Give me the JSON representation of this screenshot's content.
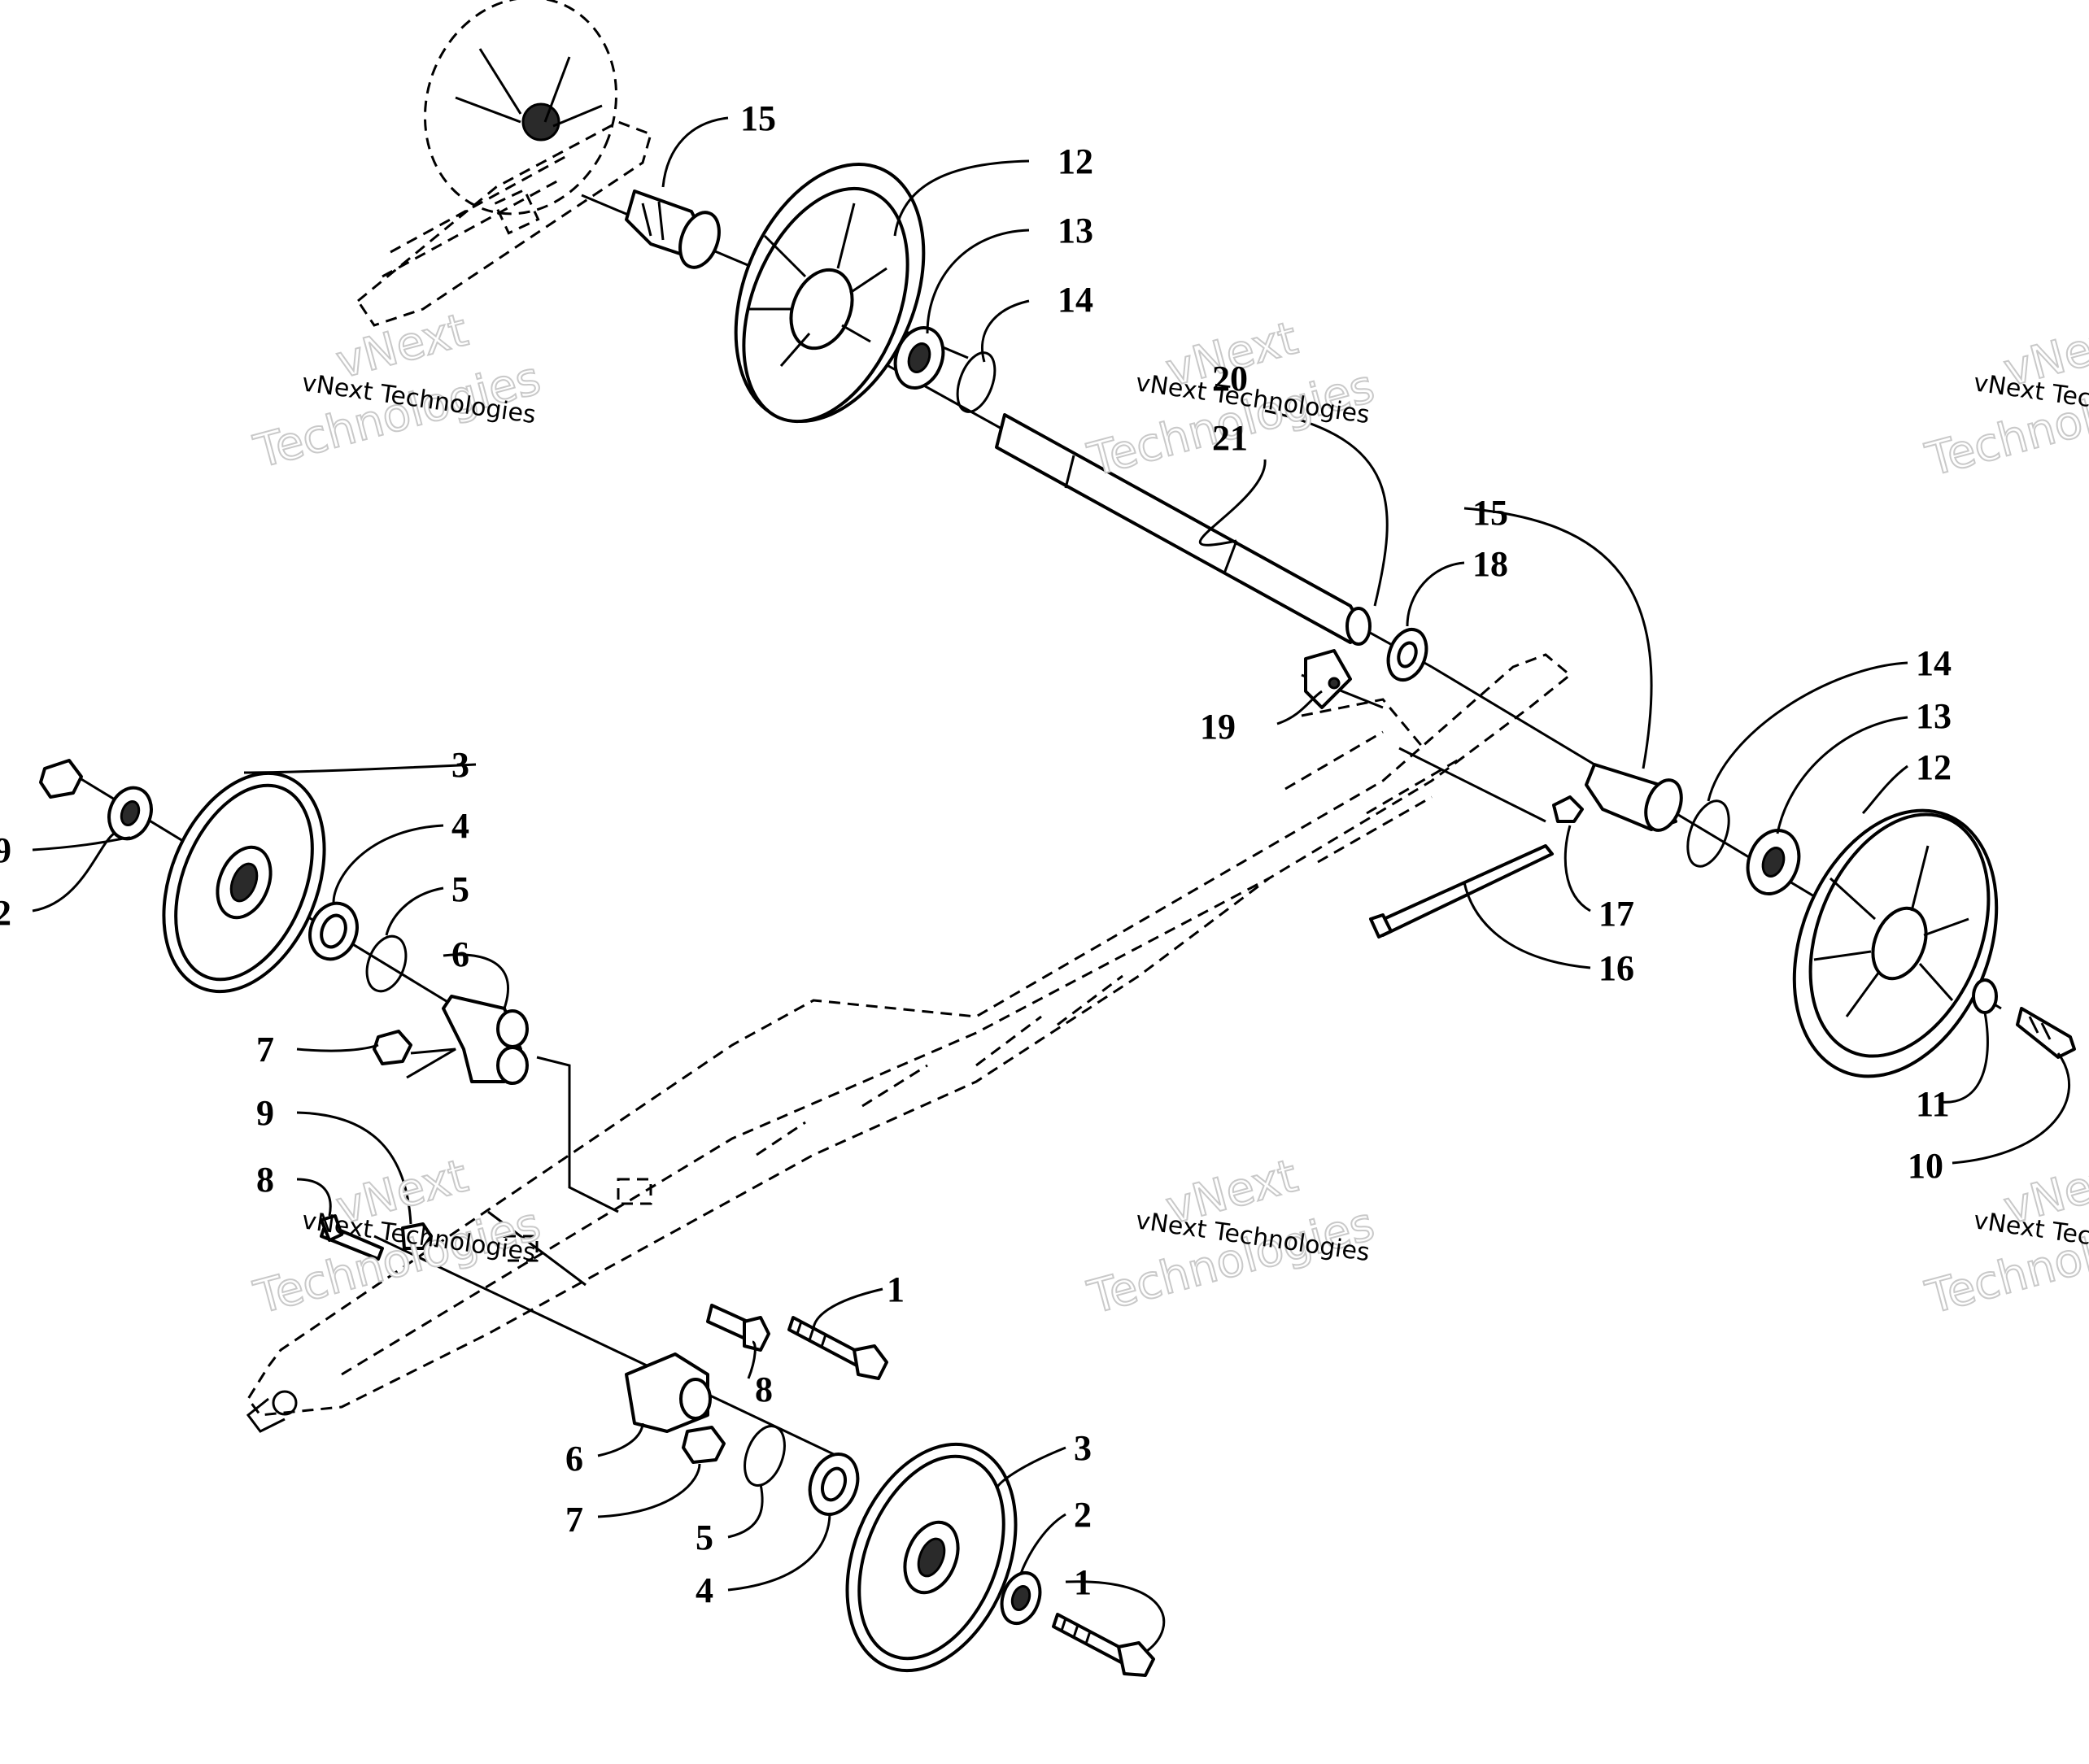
{
  "watermark": {
    "line1": "vNext",
    "line2": "Technologies",
    "caption": "vNext Technologies"
  },
  "callouts": {
    "c1a": "1",
    "c1b": "1",
    "c2a": "2",
    "c2b": "2",
    "c3a": "3",
    "c3b": "3",
    "c4a": "4",
    "c4b": "4",
    "c5a": "5",
    "c5b": "5",
    "c6a": "6",
    "c6b": "6",
    "c7a": "7",
    "c7b": "7",
    "c8a": "8",
    "c8b": "8",
    "c9a": "9",
    "c9b": "9",
    "c10": "10",
    "c11": "11",
    "c12a": "12",
    "c12b": "12",
    "c13a": "13",
    "c13b": "13",
    "c14a": "14",
    "c14b": "14",
    "c15a": "15",
    "c15b": "15",
    "c16": "16",
    "c17": "17",
    "c18": "18",
    "c19": "19",
    "c20": "20",
    "c21": "21"
  }
}
